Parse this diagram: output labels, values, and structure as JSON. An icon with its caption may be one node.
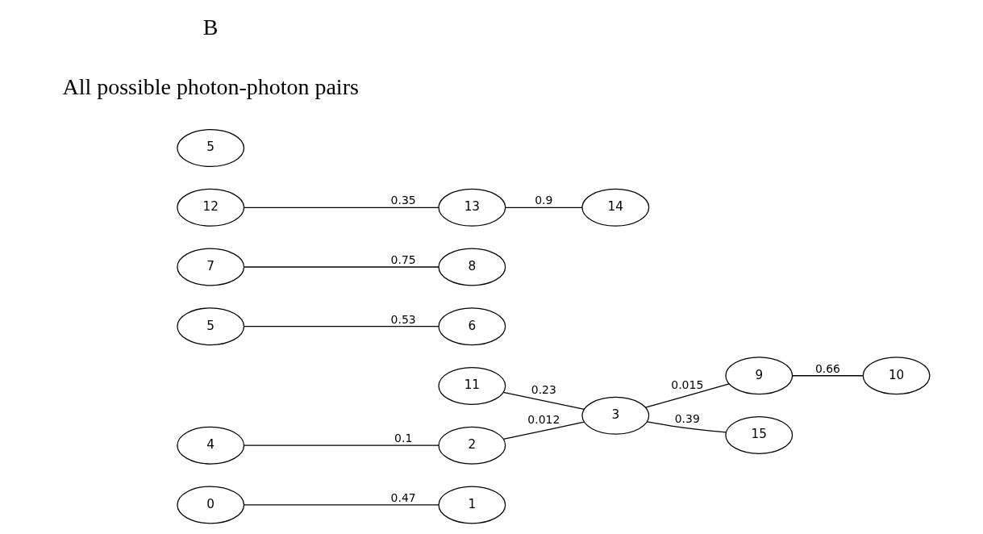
{
  "diagram": {
    "nodes": [
      {
        "text": [
          "0"
        ]
      },
      {
        "text": [
          "1"
        ]
      },
      {
        "text": [
          "2"
        ]
      },
      {
        "text": [
          "3"
        ]
      },
      {
        "text": [
          "4"
        ]
      },
      {
        "text": [
          "5"
        ]
      },
      {
        "text": [
          "6"
        ]
      },
      {
        "text": [
          "7"
        ]
      },
      {
        "text": [
          "8"
        ]
      },
      {
        "text": [
          "9"
        ]
      },
      {
        "text": [
          "10"
        ]
      },
      {
        "text": [
          "11"
        ]
      },
      {
        "text": [
          "12"
        ]
      },
      {
        "text": [
          "13"
        ]
      },
      {
        "text": [
          "14"
        ]
      },
      {
        "text": [
          "15"
        ]
      },
      {
        "text": [
          "5"
        ]
      }
    ],
    "edges": [
      {
        "from": 12,
        "to": 13,
        "arrow": "none",
        "label": "0.35"
      },
      {
        "from": 13,
        "to": 14,
        "arrow": "none",
        "label": "0.9"
      },
      {
        "from": 7,
        "to": 8,
        "arrow": "none",
        "label": "0.75"
      },
      {
        "from": 11,
        "to": 3,
        "arrow": "none",
        "label": "0.23"
      },
      {
        "from": 0,
        "to": 1,
        "arrow": "none",
        "label": "0.47"
      },
      {
        "from": 4,
        "to": 2,
        "arrow": "none",
        "label": "0.1"
      },
      {
        "from": 2,
        "to": 3,
        "arrow": "none",
        "label": "0.012"
      },
      {
        "from": 3,
        "to": 9,
        "arrow": "none",
        "label": "0.015"
      },
      {
        "from": 9,
        "to": 10,
        "arrow": "none",
        "label": "0.66"
      },
      {
        "from": 5,
        "to": 6,
        "arrow": "none",
        "label": "0.53"
      },
      {
        "from": 3,
        "to": 15,
        "arrow": "none",
        "label": "0.39"
      }
    ],
    "labels": [
      "All possible photon-photon pairs",
      "B"
    ]
  }
}
